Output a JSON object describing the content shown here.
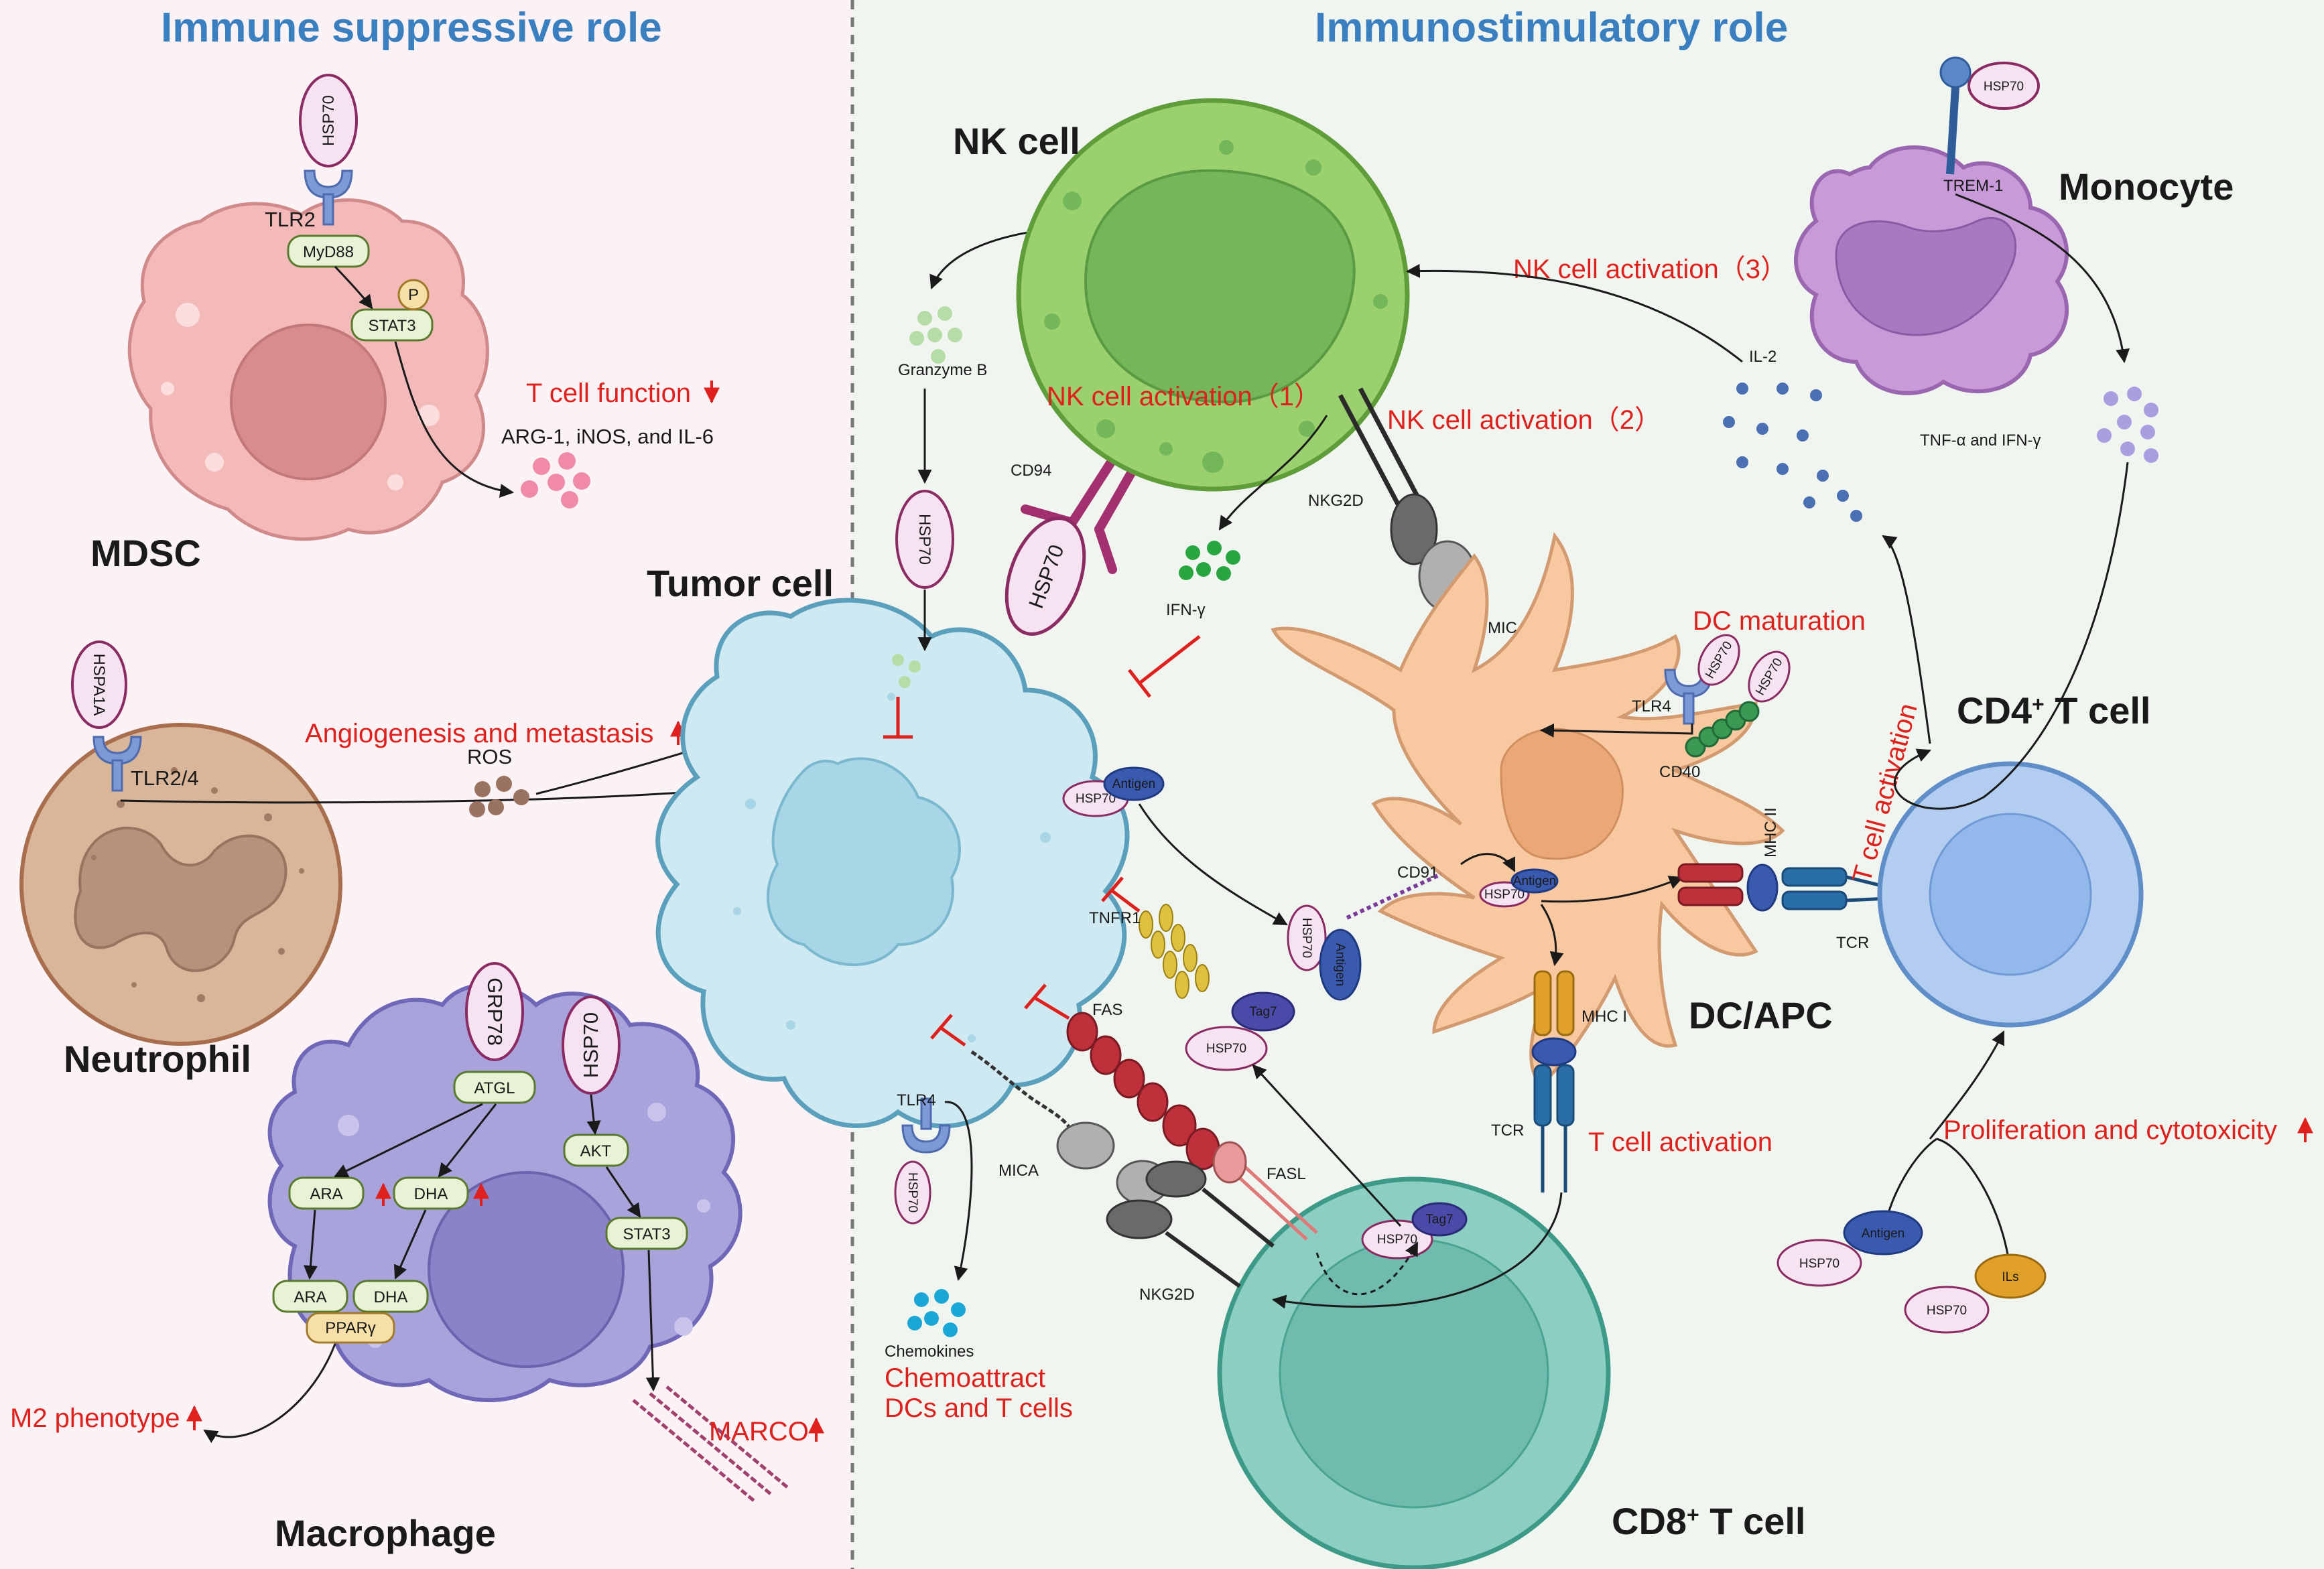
{
  "headings": {
    "left": "Immune suppressive role",
    "right": "Immunostimulatory role"
  },
  "cells": {
    "mdsc": "MDSC",
    "neutrophil": "Neutrophil",
    "macrophage": "Macrophage",
    "tumor": "Tumor cell",
    "nk": "NK cell",
    "monocyte": "Monocyte",
    "dc": "DC/APC",
    "cd4_base": "CD4",
    "cd8_base": "CD8",
    "sup_plus": "+",
    "tcell_suffix": " T cell"
  },
  "molecules": {
    "hsp70": "HSP70",
    "hspa1a": "HSPA1A",
    "grp78": "GRP78",
    "tlr2": "TLR2",
    "tlr24": "TLR2/4",
    "tlr4": "TLR4",
    "myd88": "MyD88",
    "stat3": "STAT3",
    "p": "P",
    "ros": "ROS",
    "atgl": "ATGL",
    "akt": "AKT",
    "ara": "ARA",
    "dha": "DHA",
    "ppar": "PPARγ",
    "granzyme": "Granzyme B",
    "cd94": "CD94",
    "ifng": "IFN-γ",
    "nkg2d": "NKG2D",
    "mica": "MICA",
    "il2": "IL-2",
    "trem1": "TREM-1",
    "tnf_ifn": "TNF-α and IFN-γ",
    "cd40": "CD40",
    "cd91": "CD91",
    "antigen": "Antigen",
    "mhc2": "MHC II",
    "mhc1": "MHC I",
    "tcr": "TCR",
    "tnfr1": "TNFR1",
    "fas": "FAS",
    "fasl": "FASL",
    "tag7": "Tag7",
    "chemokines": "Chemokines",
    "ils": "ILs",
    "arg_inos": "ARG-1, iNOS, and IL-6"
  },
  "effects": {
    "tcell_function": "T cell function",
    "angio": "Angiogenesis and metastasis",
    "m2": "M2 phenotype",
    "marco": "MARCO",
    "nk1": "NK cell activation（1）",
    "nk2": "NK cell activation（2）",
    "nk3": "NK cell activation（3）",
    "dc_mat": "DC maturation",
    "tact_v": "T cell activation",
    "tact": "T cell activation",
    "prolif": "Proliferation and cytotoxicity",
    "chemo1": "Chemoattract",
    "chemo2": "DCs and T cells"
  },
  "colors": {
    "left_bg": "#fbf2f6",
    "right_bg": "#f0f5f0",
    "heading": "#3a7fc0",
    "effect_red": "#e0201c",
    "mdsc": "#f4b9b9",
    "neutrophil": "#d9b59a",
    "macrophage": "#a9a3dc",
    "tumor": "#cfe9f2",
    "nk": "#9ad16e",
    "monocyte": "#c89ad8",
    "dc": "#f8c9a0",
    "cd4": "#b3cdf0",
    "cd8": "#8ccfc2",
    "hsp70_fill": "#f5e3f2",
    "hsp70_stroke": "#8b2a63"
  }
}
